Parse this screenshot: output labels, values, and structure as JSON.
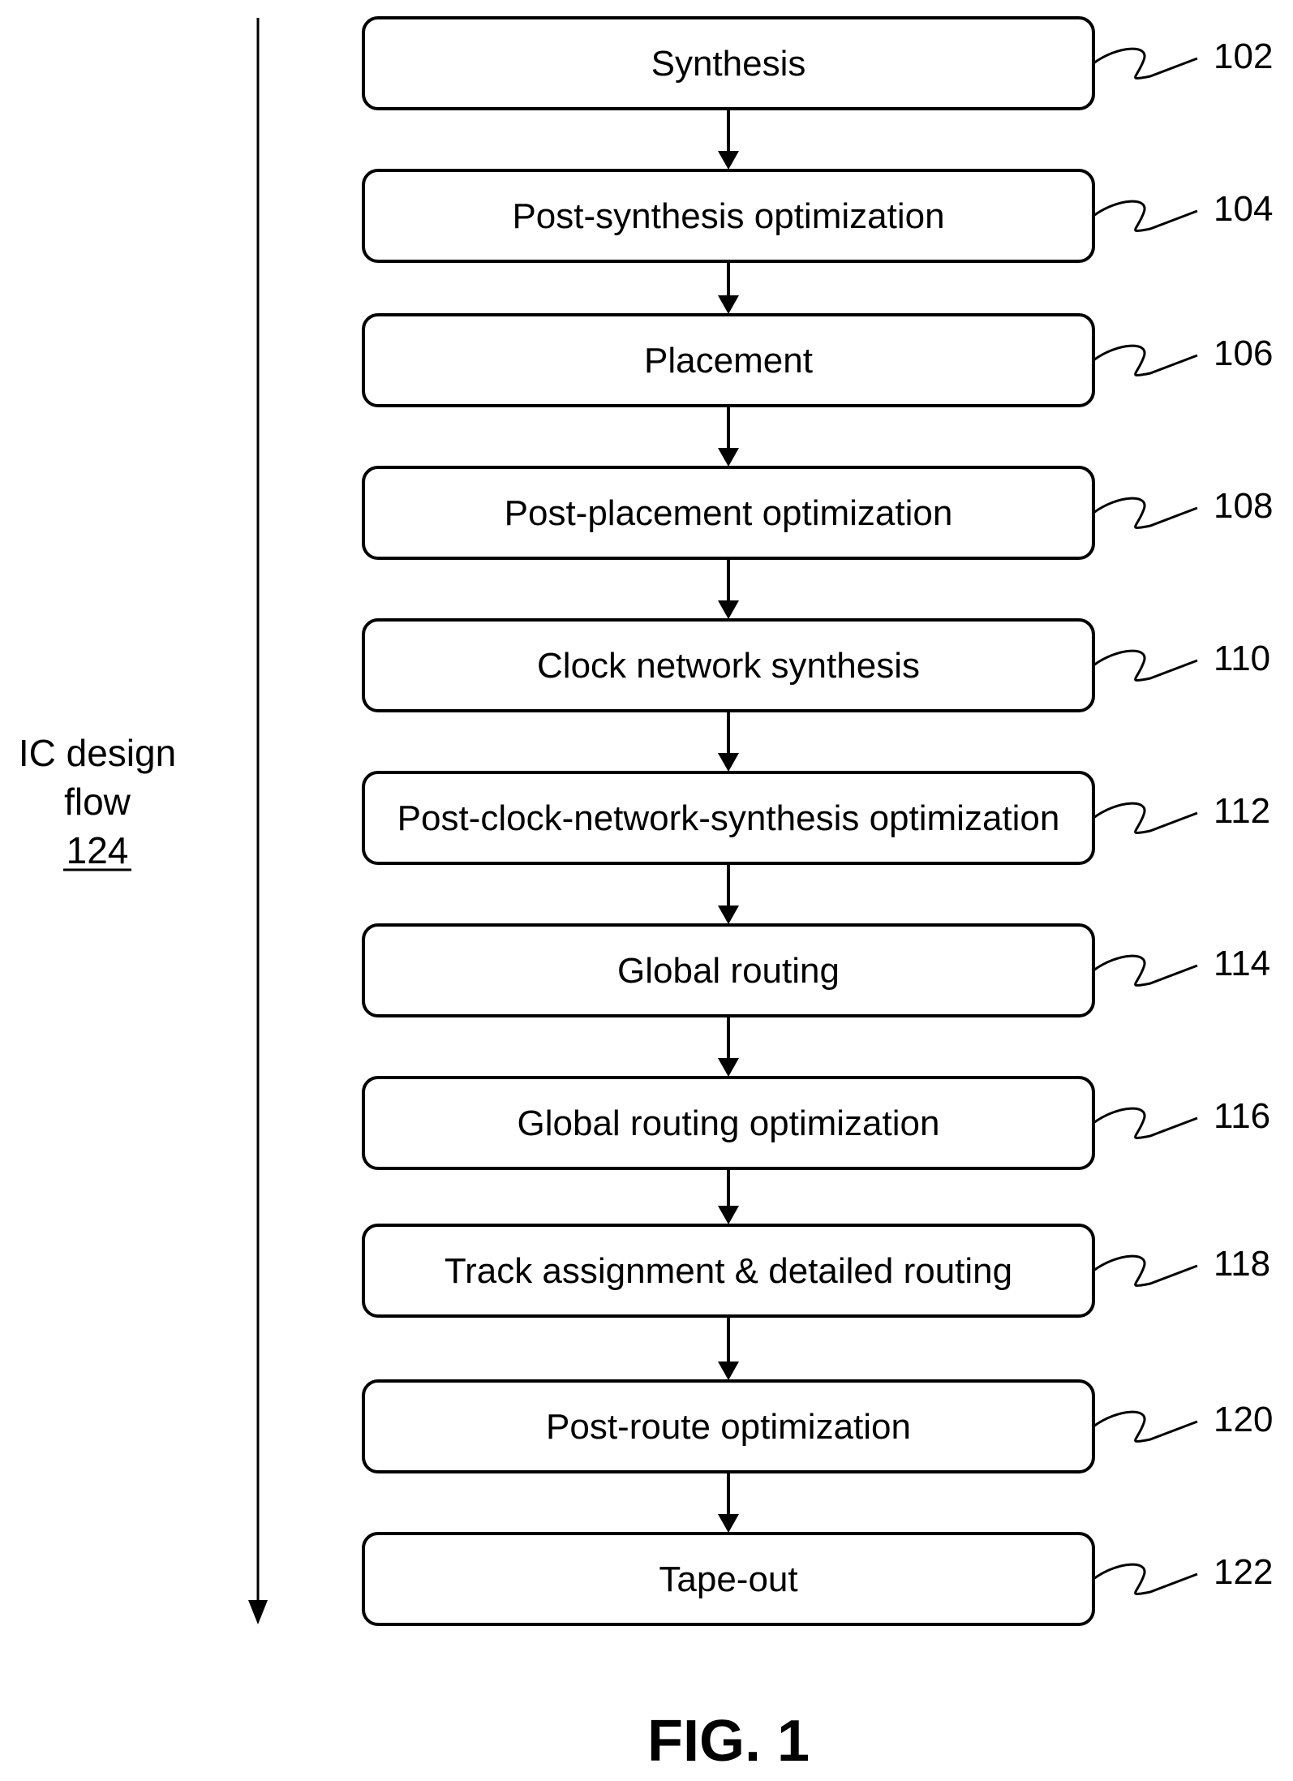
{
  "flow_label": {
    "line1": "IC design",
    "line2": "flow",
    "ref": "124"
  },
  "steps": [
    {
      "label": "Synthesis",
      "ref": "102"
    },
    {
      "label": "Post-synthesis optimization",
      "ref": "104"
    },
    {
      "label": "Placement",
      "ref": "106"
    },
    {
      "label": "Post-placement optimization",
      "ref": "108"
    },
    {
      "label": "Clock network synthesis",
      "ref": "110"
    },
    {
      "label": "Post-clock-network-synthesis optimization",
      "ref": "112"
    },
    {
      "label": "Global routing",
      "ref": "114"
    },
    {
      "label": "Global routing optimization",
      "ref": "116"
    },
    {
      "label": "Track assignment & detailed routing",
      "ref": "118"
    },
    {
      "label": "Post-route optimization",
      "ref": "120"
    },
    {
      "label": "Tape-out",
      "ref": "122"
    }
  ],
  "figure_label": "FIG. 1",
  "colors": {
    "stroke": "#000000",
    "background": "#ffffff"
  }
}
